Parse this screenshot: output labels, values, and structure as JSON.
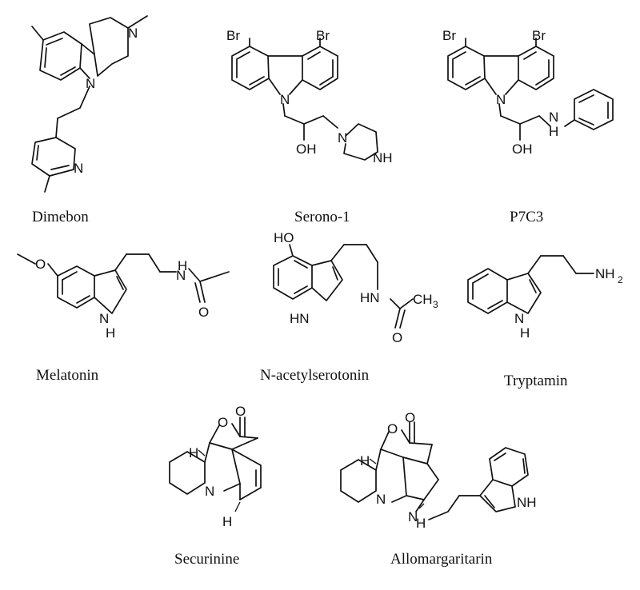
{
  "captions": {
    "dimebon": "Dimebon",
    "serono": "Serono-1",
    "p7c3": "P7C3",
    "melatonin": "Melatonin",
    "nacetyl": "N-acetylserotonin",
    "tryptamin": "Tryptamin",
    "securinine": "Securinine",
    "allomargaritarin": "Allomargaritarin"
  },
  "atoms": {
    "n": "N",
    "br": "Br",
    "oh": "OH",
    "nh": "NH",
    "ho": "HO",
    "o": "O",
    "hn": "HN",
    "h": "H",
    "ch3": "CH",
    "three": "3",
    "nh2": "NH",
    "two": "2"
  }
}
